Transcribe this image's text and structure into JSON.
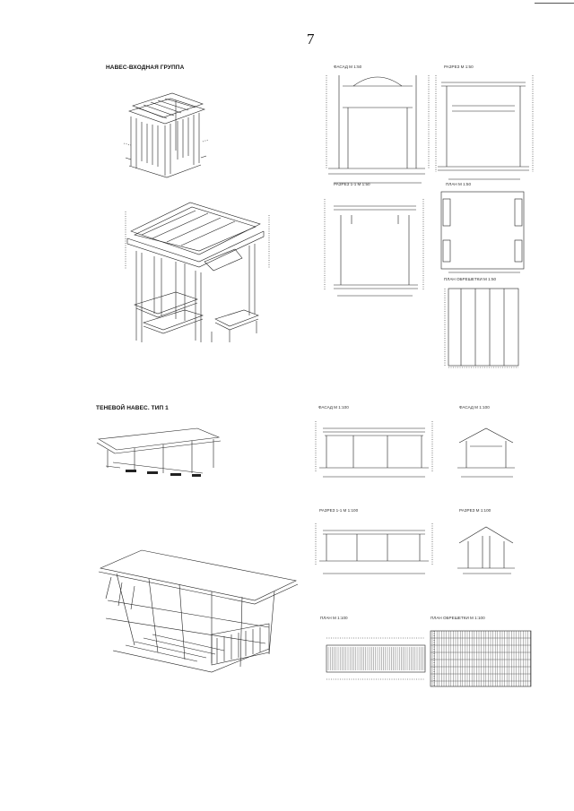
{
  "page_number": "7",
  "sections": {
    "entrance_canopy": "НАВЕС-ВХОДНАЯ ГРУППА",
    "shade_canopy": "ТЕНЕВОЙ НАВЕС. ТИП 1"
  },
  "drawing_labels": {
    "facade_1_50": "ФАСАД М 1:50",
    "section_1_50": "РАЗРЕЗ М 1:50",
    "section_11_1_50": "РАЗРЕЗ 1-1 М 1:50",
    "plan_1_50": "ПЛАН М 1:50",
    "lathing_plan_1_50": "ПЛАН ОБРЕШЕТКИ М 1:50",
    "facade_1_100_a": "ФАСАД М 1:100",
    "facade_1_100_b": "ФАСАД М 1:100",
    "section_11_1_100": "РАЗРЕЗ 1-1 М 1:100",
    "section_1_100": "РАЗРЕЗ М 1:100",
    "plan_1_100": "ПЛАН М 1:100",
    "lathing_plan_1_100": "ПЛАН ОБРЕШЕТКИ М 1:100"
  }
}
